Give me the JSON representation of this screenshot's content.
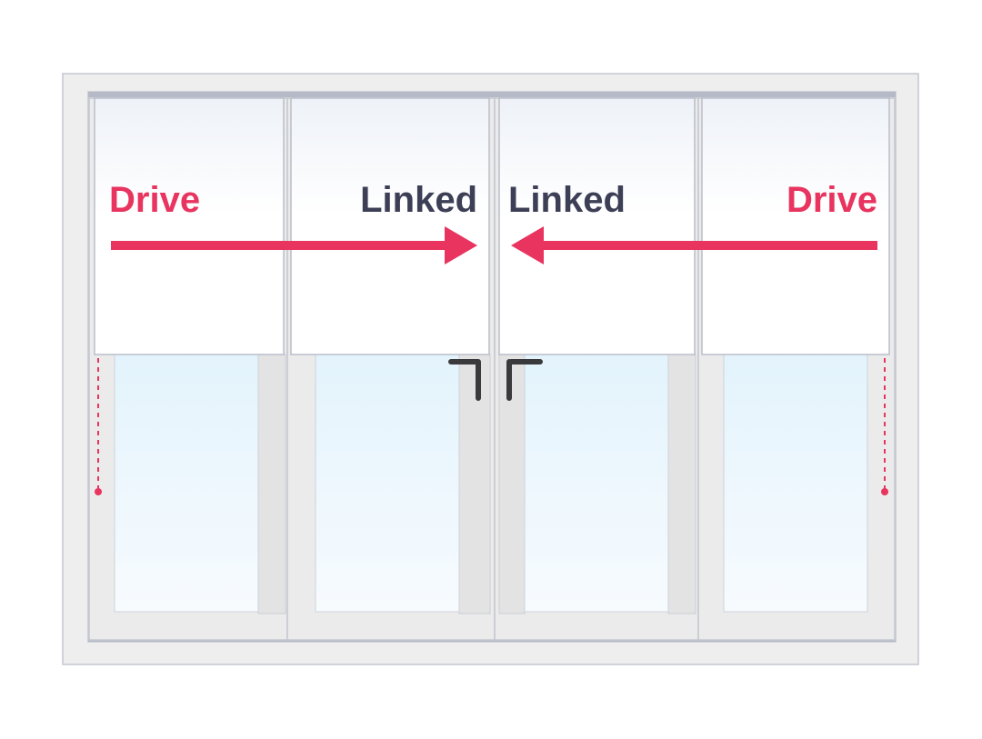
{
  "labels": {
    "left_drive": "Drive",
    "left_linked": "Linked",
    "right_linked": "Linked",
    "right_drive": "Drive"
  },
  "colors": {
    "drive": "#E8345F",
    "linked": "#3C3F55",
    "frame": "#EDEDED",
    "glass": "#E3F3FC"
  }
}
